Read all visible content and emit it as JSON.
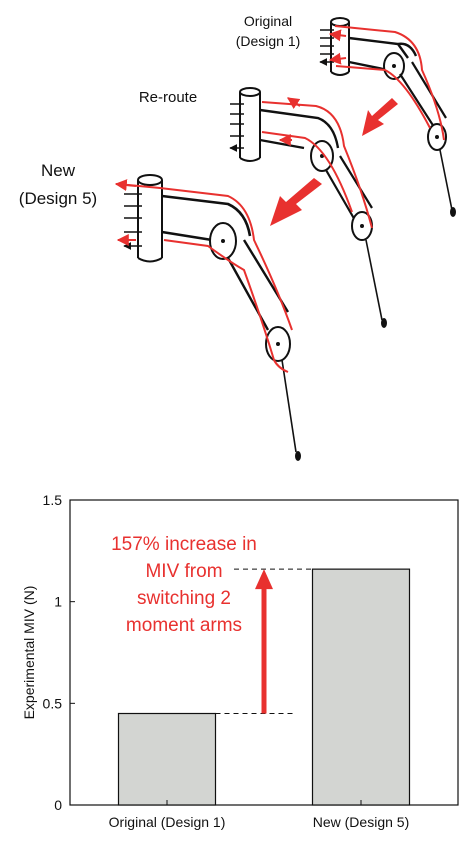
{
  "diagram": {
    "label_original_line1": "Original",
    "label_original_line2": "(Design 1)",
    "label_reroute": "Re-route",
    "label_new_line1": "New",
    "label_new_line2": "(Design 5)",
    "colors": {
      "tendon": "#e8312f",
      "structure": "#111111",
      "arrow_fill": "#e8312f"
    }
  },
  "chart_data": {
    "type": "bar",
    "categories": [
      "Original (Design 1)",
      "New (Design 5)"
    ],
    "values": [
      0.45,
      1.16
    ],
    "ylabel": "Experimental MIV (N)",
    "xlabel": "",
    "ylim": [
      0,
      1.5
    ],
    "yticks": [
      0,
      0.5,
      1,
      1.5
    ],
    "ytick_labels": [
      "0",
      "0.5",
      "1",
      "1.5"
    ],
    "bar_color": "#d3d5d2",
    "grid": false,
    "annotation": {
      "lines": [
        "157% increase in",
        "MIV from",
        "switching  2",
        "moment arms"
      ],
      "from_value": 0.45,
      "to_value": 1.16,
      "color": "#e8312f"
    }
  }
}
